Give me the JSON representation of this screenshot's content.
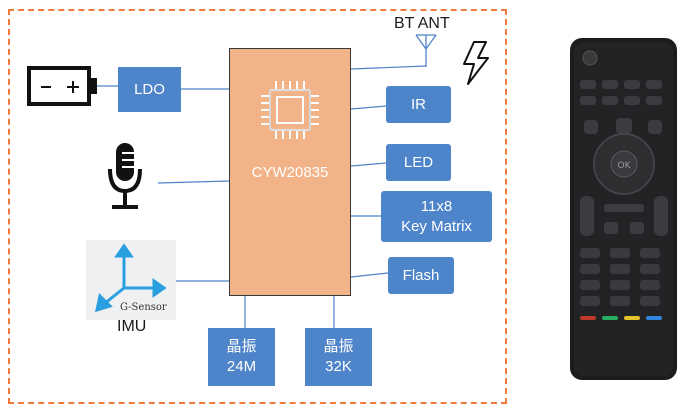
{
  "diagram": {
    "chip_label": "CYW20835",
    "ldo_label": "LDO",
    "ir_label": "IR",
    "led_label": "LED",
    "keymatrix_label": "11x8\nKey Matrix",
    "flash_label": "Flash",
    "crystal_24m_label": "晶振\n24M",
    "crystal_32k_label": "晶振\n32K",
    "bt_ant_label": "BT ANT",
    "imu_label": "IMU",
    "gsensor_label": "G-Sensor"
  },
  "colors": {
    "frame": "#f07a3c",
    "chip": "#f3b388",
    "box": "#4e84c9",
    "wire": "#4e84c9"
  },
  "icons": [
    "battery-icon",
    "microphone-icon",
    "antenna-icon",
    "lightning-icon",
    "chip-icon",
    "axes-icon",
    "remote-control-image"
  ]
}
